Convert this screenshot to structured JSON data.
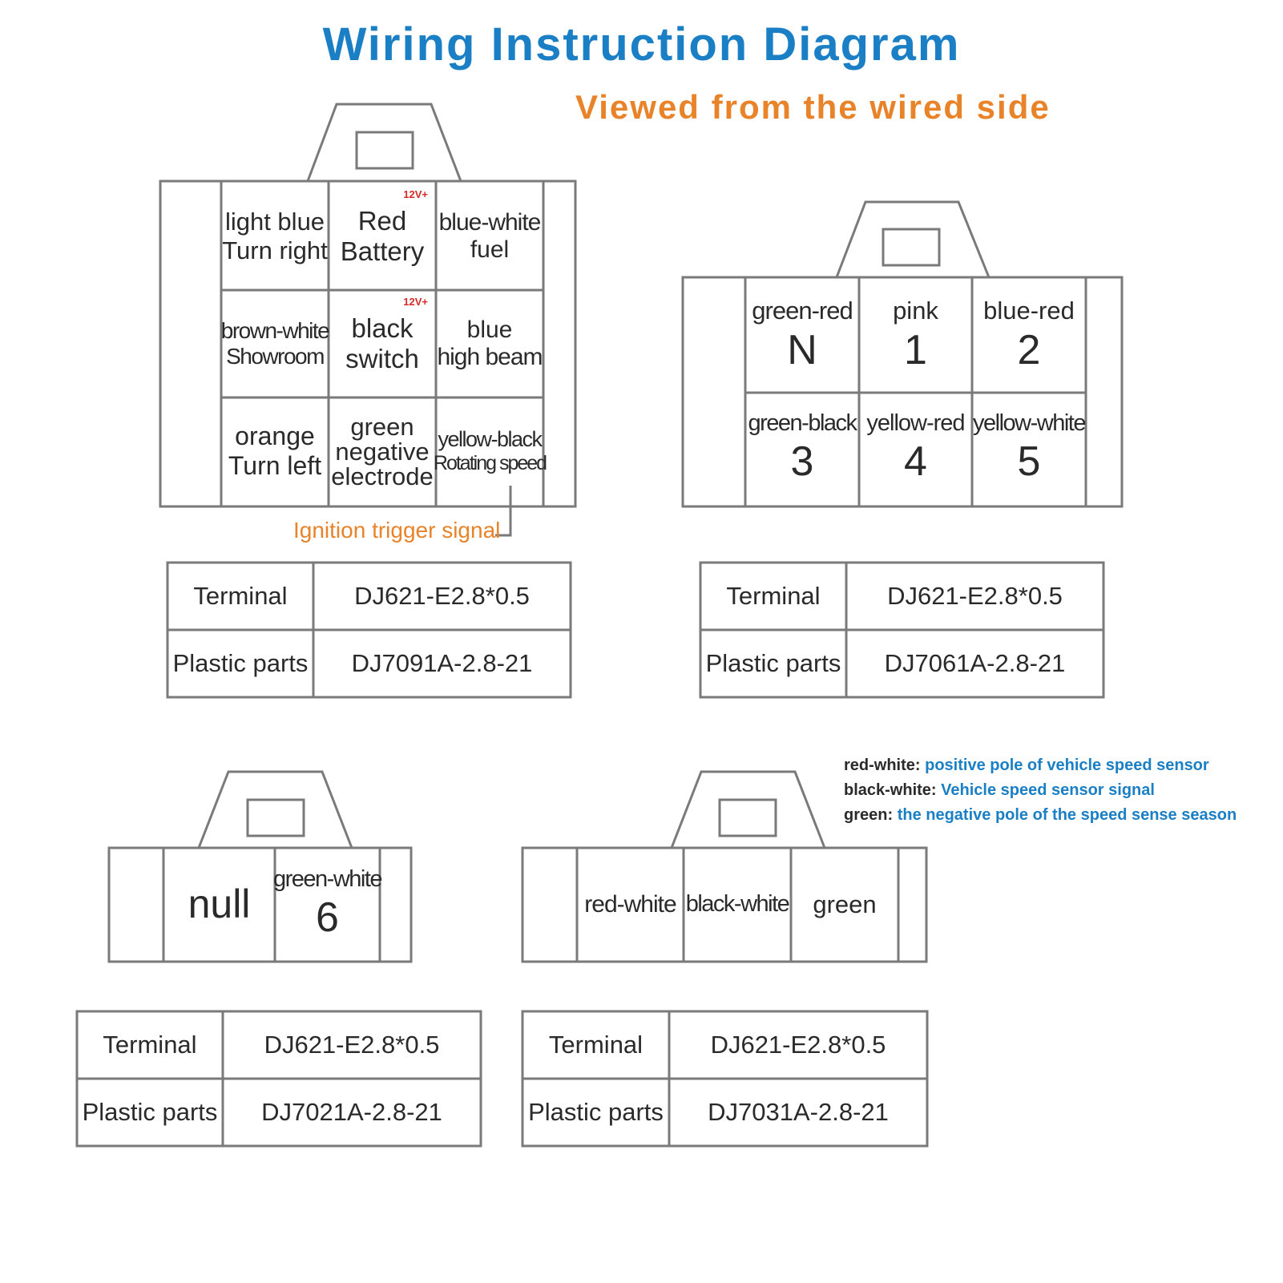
{
  "title": "Wiring Instruction Diagram",
  "subtitle": "Viewed from the wired side",
  "colors": {
    "title": "#1a7fc4",
    "subtitle": "#e8832a",
    "outline": "#7a7a7a",
    "badge": "#d42a2a",
    "legend_value": "#1a7fc4"
  },
  "connector_a": {
    "cells": [
      {
        "lines": [
          "light blue",
          "Turn right"
        ]
      },
      {
        "lines": [
          "Red",
          "Battery"
        ],
        "badge": "12V+"
      },
      {
        "lines": [
          "blue-white",
          "fuel"
        ]
      },
      {
        "lines": [
          "brown-white",
          "Showroom"
        ]
      },
      {
        "lines": [
          "black",
          "switch"
        ],
        "badge": "12V+"
      },
      {
        "lines": [
          "blue",
          "high beam"
        ]
      },
      {
        "lines": [
          "orange",
          "Turn left"
        ]
      },
      {
        "lines": [
          "green",
          "negative",
          "electrode"
        ]
      },
      {
        "lines": [
          "yellow-black",
          "Rotating speed"
        ]
      }
    ],
    "leader_label": "Ignition trigger signal",
    "spec": {
      "terminal_label": "Terminal",
      "terminal_value": "DJ621-E2.8*0.5",
      "plastic_label": "Plastic parts",
      "plastic_value": "DJ7091A-2.8-21"
    }
  },
  "connector_b": {
    "cells": [
      {
        "wire": "green-red",
        "pin": "N"
      },
      {
        "wire": "pink",
        "pin": "1"
      },
      {
        "wire": "blue-red",
        "pin": "2"
      },
      {
        "wire": "green-black",
        "pin": "3"
      },
      {
        "wire": "yellow-red",
        "pin": "4"
      },
      {
        "wire": "yellow-white",
        "pin": "5"
      }
    ],
    "spec": {
      "terminal_label": "Terminal",
      "terminal_value": "DJ621-E2.8*0.5",
      "plastic_label": "Plastic parts",
      "plastic_value": "DJ7061A-2.8-21"
    }
  },
  "connector_c": {
    "null_label": "null",
    "cell": {
      "wire": "green-white",
      "pin": "6"
    },
    "spec": {
      "terminal_label": "Terminal",
      "terminal_value": "DJ621-E2.8*0.5",
      "plastic_label": "Plastic parts",
      "plastic_value": "DJ7021A-2.8-21"
    }
  },
  "connector_d": {
    "cells": [
      "red-white",
      "black-white",
      "green"
    ],
    "spec": {
      "terminal_label": "Terminal",
      "terminal_value": "DJ621-E2.8*0.5",
      "plastic_label": "Plastic parts",
      "plastic_value": "DJ7031A-2.8-21"
    }
  },
  "legend": [
    {
      "key": "red-white:",
      "value": "positive pole of vehicle speed sensor"
    },
    {
      "key": "black-white:",
      "value": "Vehicle speed sensor signal"
    },
    {
      "key": "green:",
      "value": "the negative pole of the speed sense season"
    }
  ]
}
